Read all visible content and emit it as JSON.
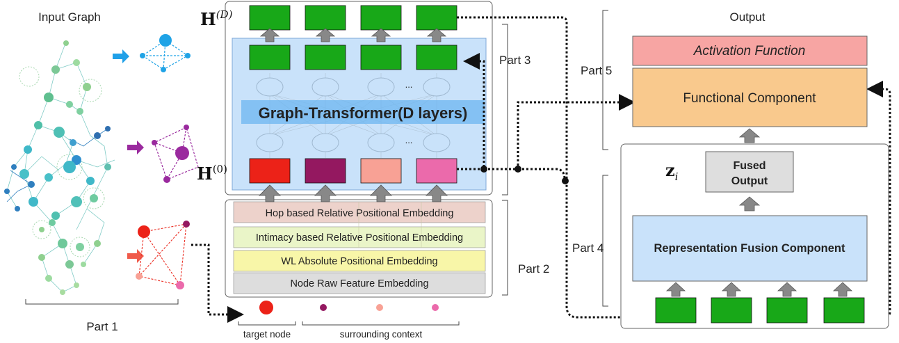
{
  "part1": {
    "input_graph_title": "Input Graph",
    "label": "Part 1"
  },
  "part2": {
    "label": "Part 2",
    "embeddings": [
      {
        "label": "Hop based Relative Positional Embedding",
        "color": "#EDD2CB"
      },
      {
        "label": "Intimacy based Relative Positional Embedding",
        "color": "#EAF5C8"
      },
      {
        "label": "WL Absolute Positional Embedding",
        "color": "#F8F6A8"
      },
      {
        "label": "Node Raw Feature Embedding",
        "color": "#DDDDDD"
      }
    ]
  },
  "part3": {
    "label": "Part 3",
    "transformer_label": "Graph-Transformer(D layers)",
    "h_top": {
      "base": "H",
      "sup": "(D)"
    },
    "h_bottom": {
      "base": "H",
      "sup": "(0)"
    },
    "ellipsis_top": "...",
    "ellipsis_bottom": "...",
    "input_node_colors": [
      "#EC2218",
      "#941860",
      "#F8A195",
      "#EB6AAB"
    ]
  },
  "part4": {
    "label": "Part 4",
    "fusion_component": "Representation Fusion Component",
    "fused_output": [
      "Fused",
      "Output"
    ],
    "z_label": {
      "base": "z",
      "sub": "i"
    }
  },
  "part5": {
    "label": "Part 5",
    "output_title": "Output",
    "activation_function": "Activation Function",
    "functional_component": "Functional Component"
  },
  "legend": {
    "target_node": "target node",
    "surrounding_context": "surrounding context",
    "dot_colors": [
      "#EC2218",
      "#941860",
      "#F8A195",
      "#EB6AAB"
    ]
  },
  "colors": {
    "green_box": "#18A818",
    "transformer_bg": "#C9E2FA",
    "fusion_bg": "#C9E2FA",
    "functional_bg": "#F9C98D",
    "activation_bg": "#F7A5A3",
    "fused_bg": "#DEDEDE",
    "arrow_gray": "#888888"
  }
}
